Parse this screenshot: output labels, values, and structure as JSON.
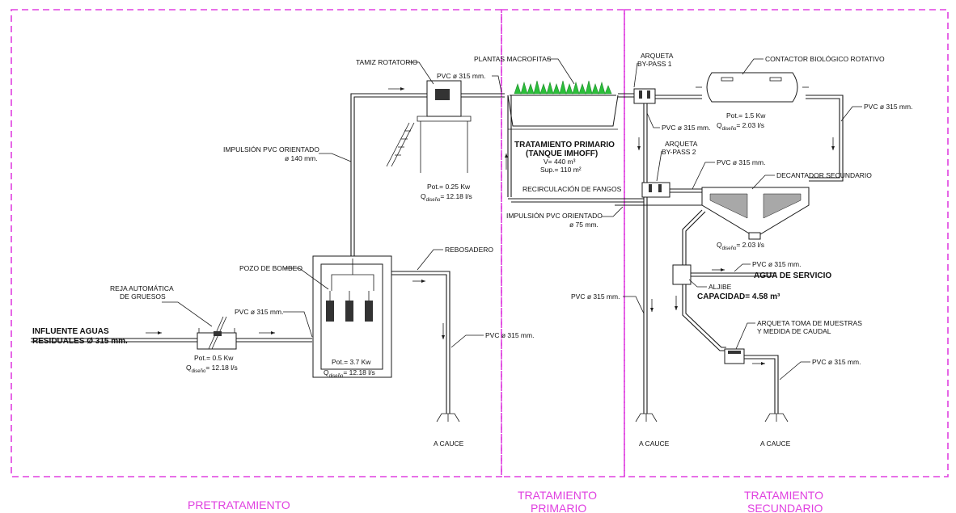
{
  "sections": {
    "pretratamiento": "PRETRATAMIENTO",
    "primario_1": "TRATAMIENTO",
    "primario_2": "PRIMARIO",
    "secundario_1": "TRATAMIENTO",
    "secundario_2": "SECUNDARIO"
  },
  "labels": {
    "influente_1": "INFLUENTE AGUAS",
    "influente_2": "RESIDUALES Ø 315 mm.",
    "reja_1": "REJA AUTOMÁTICA",
    "reja_2": "DE GRUESOS",
    "reja_pot": "Pot.= 0.5 Kw",
    "reja_q": "Q",
    "reja_q_sub": "diseño",
    "reja_q_val": "= 12.18 l/s",
    "pvc_after_reja": "PVC ø 315 mm.",
    "pozo": "POZO DE BOMBEO",
    "pozo_pot": "Pot.= 3.7 Kw",
    "pozo_q": "Q",
    "pozo_q_sub": "diseño",
    "pozo_q_val": "= 12.18 l/s",
    "impulsion_1": "IMPULSIÓN PVC ORIENTADO",
    "impulsion_2": "ø 140 mm.",
    "rebosadero": "REBOSADERO",
    "pvc_rebose": "PVC ø 315 mm.",
    "cauce_1": "A CAUCE",
    "tamiz": "TAMIZ ROTATORIO",
    "pvc_tamiz": "PVC ø 315 mm.",
    "tamiz_pot": "Pot.= 0.25 Kw",
    "tamiz_q": "Q",
    "tamiz_q_sub": "diseño",
    "tamiz_q_val": "= 12.18 l/s",
    "plantas": "PLANTAS MACROFITAS",
    "tp_1": "TRATAMIENTO PRIMARIO",
    "tp_2": "(TANQUE IMHOFF)",
    "tp_3": "V= 440 m³",
    "tp_4": "Sup.= 110 m²",
    "recirc": "RECIRCULACIÓN DE FANGOS",
    "impulsion_fangos_1": "IMPULSIÓN PVC ORIENTADO",
    "impulsion_fangos_2": "ø 75 mm.",
    "arqueta1_1": "ARQUETA",
    "arqueta1_2": "BY-PASS 1",
    "pvc_bypass": "PVC ø 315 mm.",
    "arqueta2_1": "ARQUETA",
    "arqueta2_2": "BY-PASS 2",
    "pvc_bypass2": "PVC ø 315 mm.",
    "pvc_cauce2": "PVC ø 315 mm.",
    "cauce_2": "A CAUCE",
    "contactor": "CONTACTOR BIOLÓGICO ROTATIVO",
    "contactor_pot": "Pot.= 1.5 Kw",
    "contactor_q": "Q",
    "contactor_q_sub": "diseño",
    "contactor_q_val": "= 2.03 l/s",
    "pvc_contactor": "PVC ø 315 mm.",
    "decantador": "DECANTADOR SECUNDARIO",
    "decantador_q": "Q",
    "decantador_q_sub": "diseño",
    "decantador_q_val": "= 2.03 l/s",
    "pvc_servicio": "PVC ø 315 mm.",
    "agua_servicio": "AGUA DE SERVICIO",
    "aljibe": "ALJIBE",
    "capacidad": "CAPACIDAD= 4.58 m³",
    "arqueta_toma_1": "ARQUETA TOMA DE MUESTRAS",
    "arqueta_toma_2": "Y MEDIDA DE CAUDAL",
    "pvc_final": "PVC ø 315 mm.",
    "cauce_3": "A CAUCE"
  },
  "colors": {
    "zone": "#e040e0",
    "plants": "#2bbf3a",
    "line": "#1a1a1a"
  }
}
